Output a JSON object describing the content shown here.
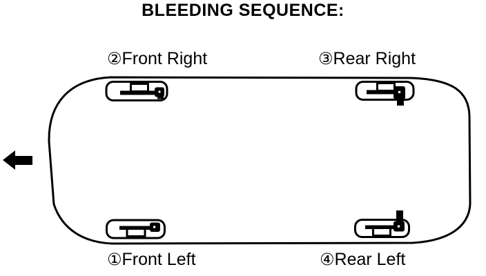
{
  "title": "BLEEDING SEQUENCE:",
  "wheel_labels": {
    "front_right": {
      "number": "②",
      "name": "Front Right"
    },
    "rear_right": {
      "number": "③",
      "name": "Rear Right"
    },
    "front_left": {
      "number": "①",
      "name": "Front Left"
    },
    "rear_left": {
      "number": "④",
      "name": "Rear Left"
    }
  },
  "icons": {
    "direction_arrow": "left-arrow-icon",
    "wheel_marker": "bleeder-valve-icon"
  },
  "colors": {
    "line": "#000000",
    "background": "#ffffff"
  }
}
